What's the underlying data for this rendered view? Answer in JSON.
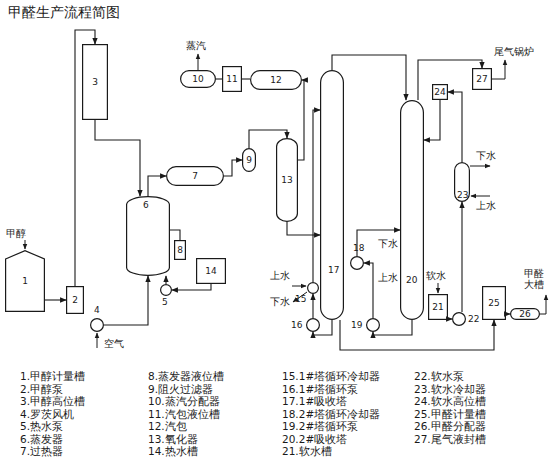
{
  "diagram": {
    "title": "甲醛生产流程简图",
    "nodes": [
      {
        "text": [
          "1"
        ]
      },
      {
        "text": [
          "2"
        ]
      },
      {
        "text": [
          "3"
        ]
      },
      {
        "text": [
          "4"
        ]
      },
      {
        "text": [
          "5"
        ]
      },
      {
        "text": [
          "6"
        ]
      },
      {
        "text": [
          "7"
        ]
      },
      {
        "text": [
          "8"
        ]
      },
      {
        "text": [
          "9"
        ]
      },
      {
        "text": [
          "10"
        ]
      },
      {
        "text": [
          "11"
        ]
      },
      {
        "text": [
          "12"
        ]
      },
      {
        "text": [
          "13"
        ]
      },
      {
        "text": [
          "14"
        ]
      },
      {
        "text": [
          "15"
        ]
      },
      {
        "text": [
          "16"
        ]
      },
      {
        "text": [
          "17"
        ]
      },
      {
        "text": [
          "18"
        ]
      },
      {
        "text": [
          "19"
        ]
      },
      {
        "text": [
          "20"
        ]
      },
      {
        "text": [
          "21"
        ]
      },
      {
        "text": [
          "22"
        ]
      },
      {
        "text": [
          "23"
        ]
      },
      {
        "text": [
          "24"
        ]
      },
      {
        "text": [
          "25"
        ]
      },
      {
        "text": [
          "26"
        ]
      },
      {
        "text": [
          "27"
        ]
      }
    ],
    "edges": [
      {
        "from": 0,
        "to": 1,
        "arrow": "to"
      },
      {
        "from": 1,
        "to": 2,
        "arrow": "to"
      },
      {
        "from": 2,
        "to": 5,
        "arrow": "to"
      },
      {
        "from": 3,
        "to": 5,
        "arrow": "to"
      },
      {
        "from": 5,
        "to": 7,
        "arrow": "none"
      },
      {
        "from": 4,
        "to": 5,
        "arrow": "to"
      },
      {
        "from": 13,
        "to": 4,
        "arrow": "to"
      },
      {
        "from": 5,
        "to": 6,
        "arrow": "to"
      },
      {
        "from": 6,
        "to": 8,
        "arrow": "to"
      },
      {
        "from": 8,
        "to": 12,
        "arrow": "to"
      },
      {
        "from": 12,
        "to": 11,
        "arrow": "to"
      },
      {
        "from": 11,
        "to": 10,
        "arrow": "none"
      },
      {
        "from": 10,
        "to": 9,
        "arrow": "none"
      },
      {
        "from": 12,
        "to": 16,
        "arrow": "to"
      },
      {
        "from": 16,
        "to": 15,
        "arrow": "to"
      },
      {
        "from": 15,
        "to": 14,
        "arrow": "to"
      },
      {
        "from": 14,
        "to": 16,
        "arrow": "to"
      },
      {
        "from": 16,
        "to": 24,
        "arrow": "to"
      },
      {
        "from": 16,
        "to": 19,
        "arrow": "to"
      },
      {
        "from": 19,
        "to": 18,
        "arrow": "to"
      },
      {
        "from": 18,
        "to": 17,
        "arrow": "to"
      },
      {
        "from": 17,
        "to": 19,
        "arrow": "to"
      },
      {
        "from": 20,
        "to": 21,
        "arrow": "to"
      },
      {
        "from": 21,
        "to": 22,
        "arrow": "to"
      },
      {
        "from": 22,
        "to": 23,
        "arrow": "to"
      },
      {
        "from": 23,
        "to": 19,
        "arrow": "to"
      },
      {
        "from": 19,
        "to": 26,
        "arrow": "to"
      },
      {
        "from": 24,
        "to": 25,
        "arrow": "to"
      }
    ],
    "labels": [
      "蒸汽",
      "尾气锅炉",
      "甲醇",
      "空气",
      "上水",
      "下水",
      "下水",
      "上水",
      "下水",
      "上水",
      "软水",
      "甲醛大槽",
      "1.甲醇计量槽",
      "2.甲醇泵",
      "3.甲醇高位槽",
      "4.罗茨风机",
      "5.热水泵",
      "6.蒸发器",
      "7.过热器",
      "8.蒸发器液位槽",
      "9.阻火过滤器",
      "10.蒸汽分配器",
      "11.汽包液位槽",
      "12.汽包",
      "13.氧化器",
      "14.热水槽",
      "15.1#塔循环冷却器",
      "16.1#塔循环泵",
      "17.1#吸收塔",
      "18.2#塔循环冷却器",
      "19.2#塔循环泵",
      "20.2#吸收塔",
      "21.软水槽",
      "22.软水泵",
      "23.软水冷却器",
      "24.软水高位槽",
      "25.甲醛计量槽",
      "26.甲醛分配器",
      "27.尾气液封槽"
    ]
  }
}
